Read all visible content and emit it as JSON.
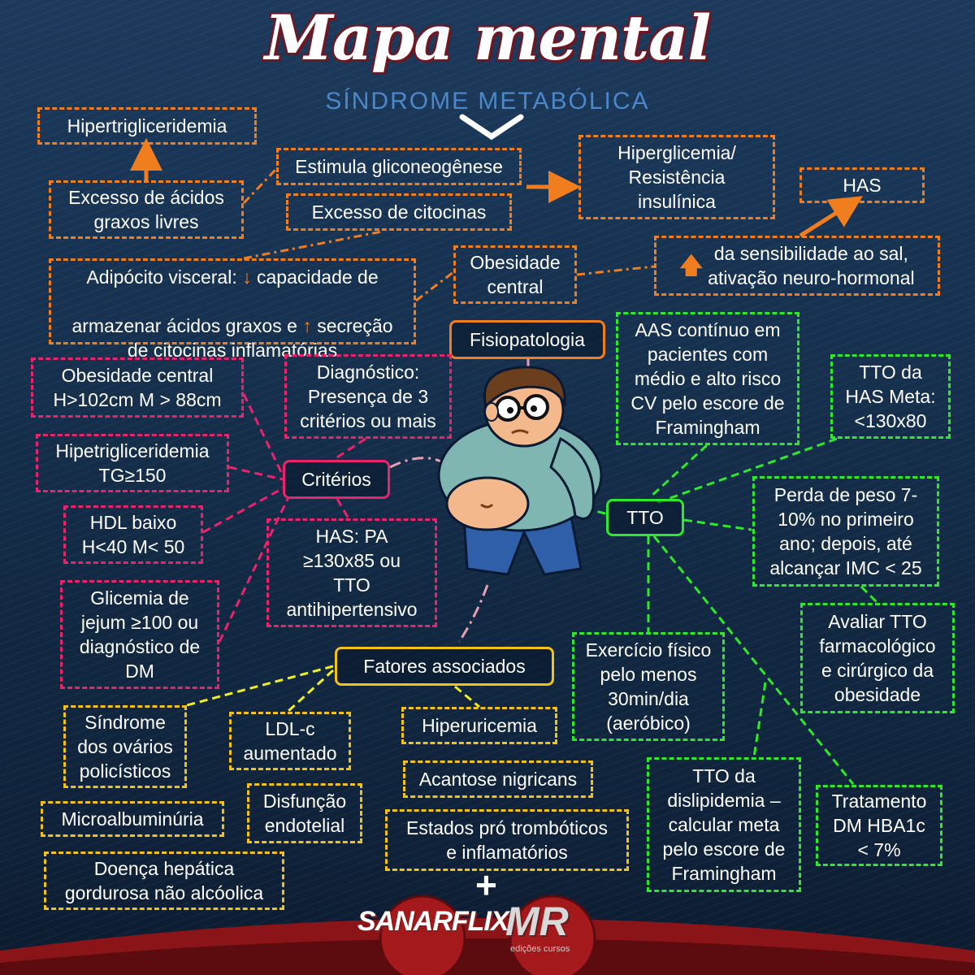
{
  "header": {
    "title": "Mapa mental",
    "subtitle": "SÍNDROME METABÓLICA"
  },
  "fisiopatologia": {
    "hub": "Fisiopatologia",
    "hipertrigliceridemia": "Hipertrigliceridemia",
    "excesso_acidos": "Excesso de ácidos\ngraxos livres",
    "estimula": "Estimula gliconeogênese",
    "excesso_citocinas": "Excesso de citocinas",
    "hiperglicemia": "Hiperglicemia/\nResistência\ninsulínica",
    "has": "HAS",
    "obesidade_central": "Obesidade\ncentral",
    "sensibilidade_sal": "da sensibilidade ao sal,\nativação neuro-hormonal",
    "adipocito_1": "Adipócito visceral:",
    "adipocito_2": "capacidade de",
    "adipocito_3": "armazenar ácidos graxos e",
    "adipocito_4": "secreção",
    "adipocito_5": "de citocinas inflamatórias"
  },
  "criterios": {
    "hub": "Critérios",
    "diagnostico": "Diagnóstico:\nPresença de 3\ncritérios ou mais",
    "obesidade": "Obesidade central\nH>102cm M > 88cm",
    "hipetrig": "Hipetrigliceridemia\nTG≥150",
    "hdl": "HDL baixo\nH<40 M< 50",
    "glicemia": "Glicemia de\njejum ≥100 ou\ndiagnóstico de\nDM",
    "has": "HAS: PA\n≥130x85 ou\nTTO\nantihipertensivo"
  },
  "tto": {
    "hub": "TTO",
    "aas": "AAS contínuo em\npacientes com\nmédio e alto risco\nCV pelo escore de\nFramingham",
    "tto_has": "TTO da\nHAS Meta:\n<130x80",
    "perda_peso": "Perda de peso 7-\n10% no primeiro\nano; depois, até\nalcançar IMC < 25",
    "avaliar": "Avaliar TTO\nfarmacológico\ne cirúrgico da\nobesidade",
    "exercicio": "Exercício físico\npelo menos\n30min/dia\n(aeróbico)",
    "dislipidemia": "TTO da\ndislipidemia –\ncalcular meta\npelo escore de\nFramingham",
    "dm": "Tratamento\nDM HBA1c\n< 7%"
  },
  "fatores": {
    "hub": "Fatores associados",
    "sop": "Síndrome\ndos ovários\npolicísticos",
    "ldl": "LDL-c\naumentado",
    "hiperuricemia": "Hiperuricemia",
    "acantose": "Acantose nigricans",
    "microalb": "Microalbuminúria",
    "disfuncao": "Disfunção\nendotelial",
    "estados": "Estados pró trombóticos\ne inflamatórios",
    "doenca": "Doença hepática\ngordurosa não alcóolica"
  },
  "footer": {
    "logo_left": "SANARFLIX",
    "plus": "+",
    "logo_right": "MR",
    "logo_right_sub": "edições cursos"
  },
  "colors": {
    "fisiopatologia": "#f07d1e",
    "criterios": "#e8246c",
    "tto": "#2ee82e",
    "fatores": "#f2c21a"
  }
}
